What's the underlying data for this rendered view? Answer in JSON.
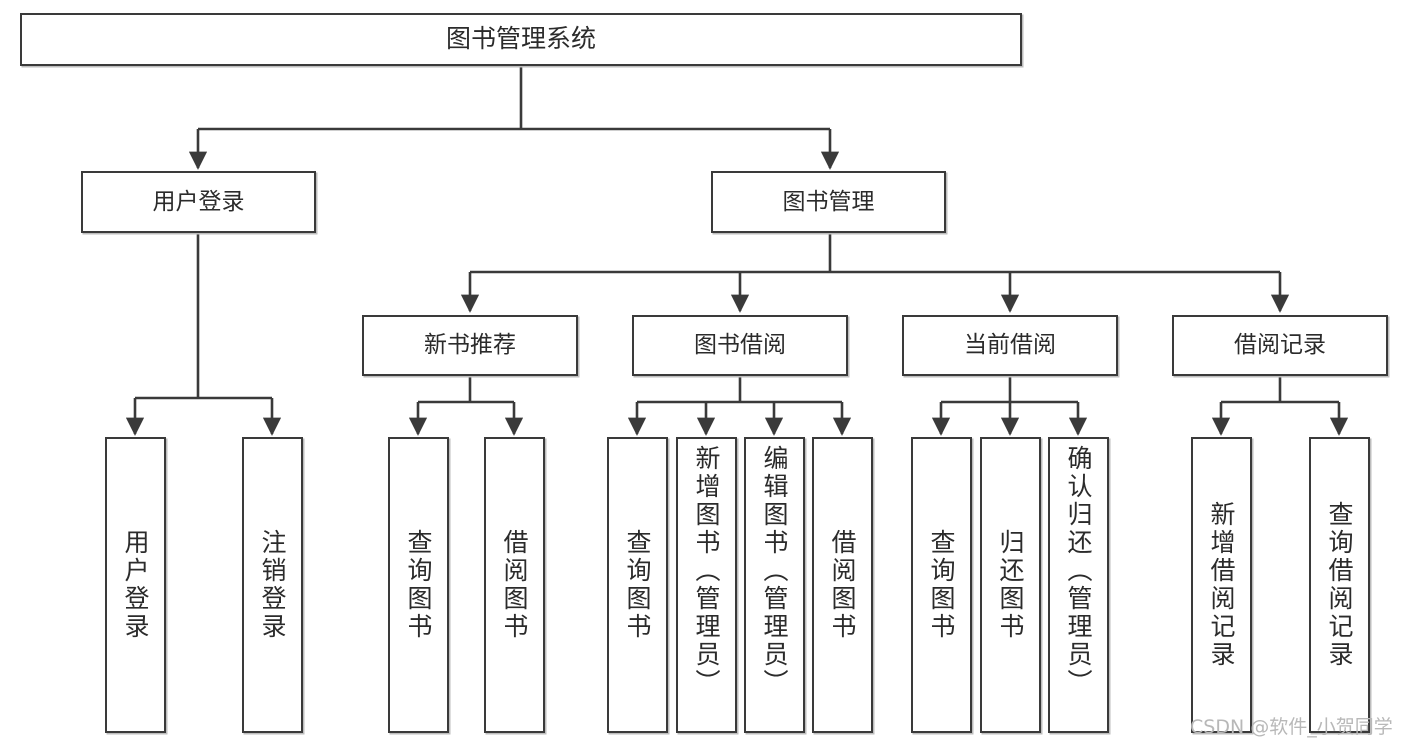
{
  "diagram": {
    "title": "图书管理系统",
    "watermark": "CSDN @软件_小贺同学",
    "colors": {
      "box_border": "#3a3a3a",
      "box_fill": "#ffffff",
      "edge": "#3a3a3a",
      "text": "#2b2b2b",
      "watermark": "#b8b8b8",
      "shadow": "#bdbdbd"
    },
    "root": {
      "label": "图书管理系统"
    },
    "level2": [
      {
        "label": "用户登录"
      },
      {
        "label": "图书管理"
      }
    ],
    "level3": [
      {
        "label": "新书推荐"
      },
      {
        "label": "图书借阅"
      },
      {
        "label": "当前借阅"
      },
      {
        "label": "借阅记录"
      }
    ],
    "leaves": {
      "user_login": [
        {
          "label": "用户登录"
        },
        {
          "label": "注销登录"
        }
      ],
      "new_book_recommend": [
        {
          "label": "查询图书"
        },
        {
          "label": "借阅图书"
        }
      ],
      "book_borrow": [
        {
          "label": "查询图书"
        },
        {
          "label": "新增图书（管理员）"
        },
        {
          "label": "编辑图书（管理员）"
        },
        {
          "label": "借阅图书"
        }
      ],
      "current_borrow": [
        {
          "label": "查询图书"
        },
        {
          "label": "归还图书"
        },
        {
          "label": "确认归还（管理员）"
        }
      ],
      "borrow_record": [
        {
          "label": "新增借阅记录"
        },
        {
          "label": "查询借阅记录"
        }
      ]
    }
  }
}
